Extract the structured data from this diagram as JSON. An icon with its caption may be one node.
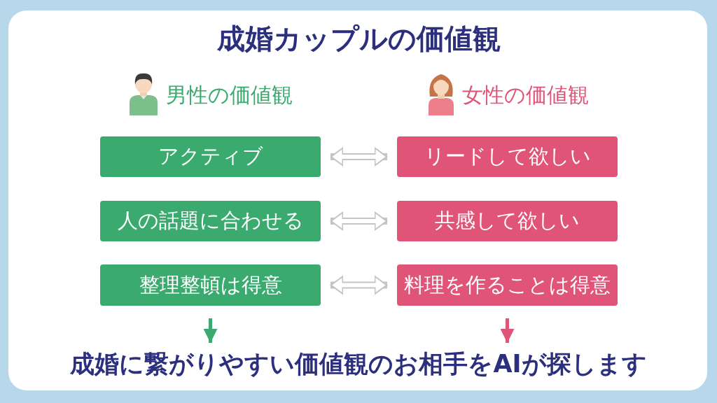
{
  "diagram": {
    "title": "成婚カップルの価値観",
    "nodes": [
      {
        "text": [
          "アクティブ"
        ]
      },
      {
        "text": [
          "リードして欲しい"
        ]
      },
      {
        "text": [
          "人の話題に合わせる"
        ]
      },
      {
        "text": [
          "共感して欲しい"
        ]
      },
      {
        "text": [
          "整理整頓は得意"
        ]
      },
      {
        "text": [
          "料理を作ることは得意"
        ]
      },
      {
        "text": [
          "成婚に繋がりやすい価値観のお相手をAIが探します"
        ]
      }
    ],
    "edges": [
      {
        "from": 0,
        "to": 1,
        "arrow": "both"
      },
      {
        "from": 2,
        "to": 3,
        "arrow": "both"
      },
      {
        "from": 4,
        "to": 5,
        "arrow": "both"
      },
      {
        "from": 4,
        "to": 6,
        "arrow": "to",
        "color": "#3aaa6e"
      },
      {
        "from": 5,
        "to": 6,
        "arrow": "to",
        "color": "#e05577"
      }
    ],
    "labels": [
      "男性の価値観",
      "女性の価値観"
    ]
  }
}
